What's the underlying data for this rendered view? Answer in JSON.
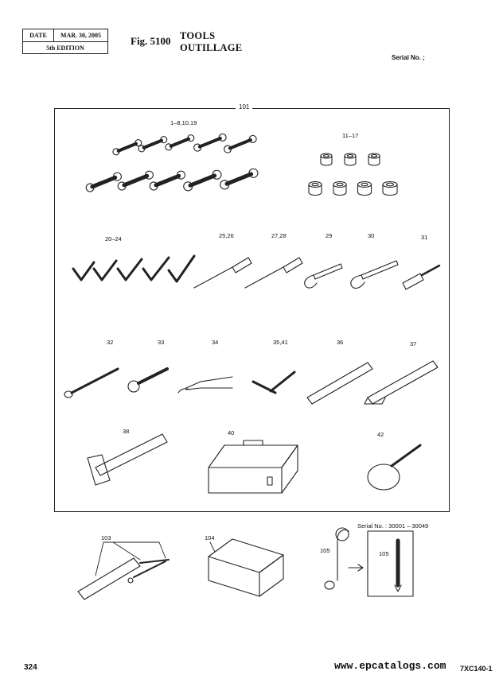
{
  "header": {
    "date_label": "DATE",
    "date_value": "MAR. 30, 2005",
    "edition": "5th EDITION",
    "figure": "Fig. 5100",
    "title_en": "TOOLS",
    "title_fr": "OUTILLAGE",
    "serial": "Serial No. ;"
  },
  "box_label": "101",
  "callouts": {
    "c1": "1–8,10,19",
    "c11": "11–17",
    "c20": "20–24",
    "c25": "25,26",
    "c27": "27,28",
    "c29": "29",
    "c30": "30",
    "c31": "31",
    "c32": "32",
    "c33": "33",
    "c34": "34",
    "c35": "35,41",
    "c36": "36",
    "c37": "37",
    "c38": "38",
    "c40": "40",
    "c42": "42",
    "c103": "103",
    "c104": "104",
    "c105a": "105",
    "c105b": "105"
  },
  "serial_range": "Serial No. : 30001 – 30049",
  "footer": {
    "page": "324",
    "site": "www.epcatalogs.com",
    "code": "7XC140-1"
  }
}
